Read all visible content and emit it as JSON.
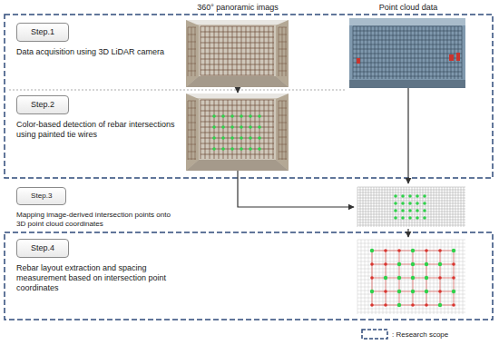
{
  "diagram": {
    "nodes": [
      {
        "text": [
          "Step.1",
          "Data acquisition using 3D LiDAR camera"
        ]
      },
      {
        "text": [
          "Step.2",
          "Color-based detection of rebar intersections using painted tie wires"
        ]
      },
      {
        "text": [
          "Step.3",
          "Mapping image-derived intersection points onto 3D point cloud coordinates"
        ]
      },
      {
        "text": [
          "Step.4",
          "Rebar layout extraction and spacing measurement based on intersection point coordinates"
        ]
      }
    ],
    "labels": [
      "360° panoramic imags",
      "Point cloud data"
    ],
    "legend": [
      {
        "text": ": Research scope"
      }
    ]
  }
}
